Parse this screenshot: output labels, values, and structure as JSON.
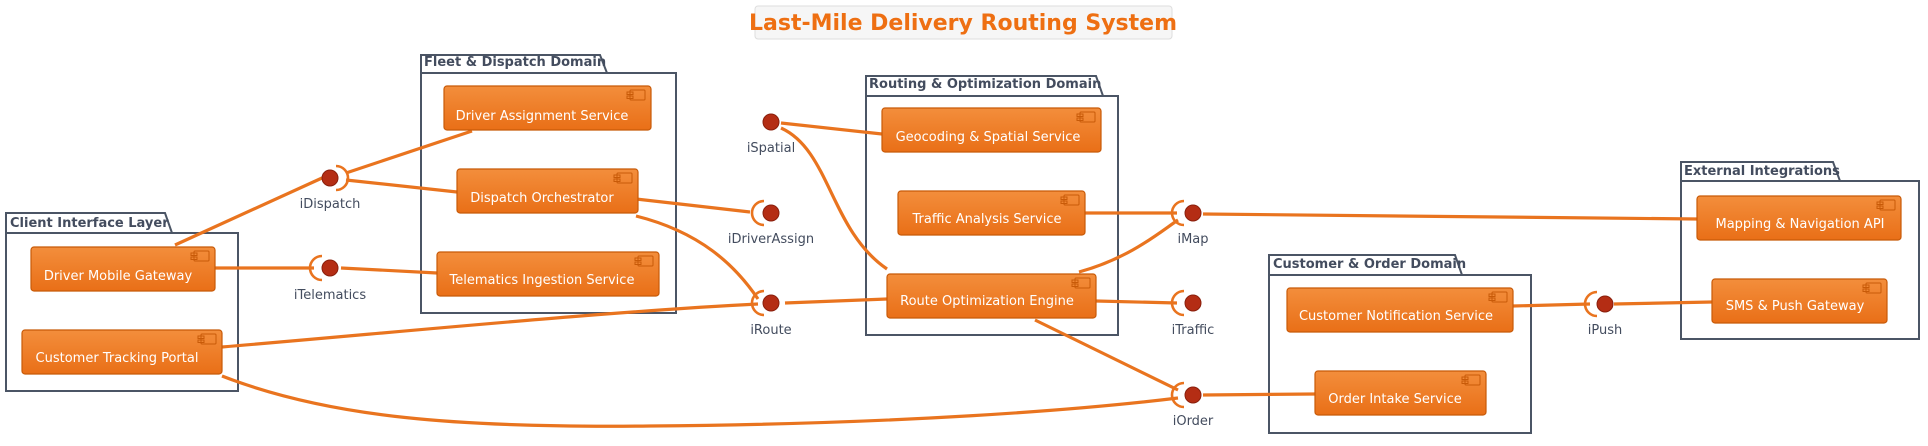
{
  "title": "Last-Mile Delivery Routing System",
  "colors": {
    "accent": "#ee6f12",
    "component_fill_top": "#f38e3c",
    "component_fill_bottom": "#e96f17",
    "connector": "#e9741f",
    "interface_dot": "#b42d14",
    "package_border": "#4b5565"
  },
  "packages": [
    {
      "id": "fleet",
      "label": "Fleet & Dispatch Domain"
    },
    {
      "id": "routing",
      "label": "Routing & Optimization Domain"
    },
    {
      "id": "external",
      "label": "External Integrations"
    },
    {
      "id": "client",
      "label": "Client Interface Layer"
    },
    {
      "id": "customer",
      "label": "Customer & Order Domain"
    }
  ],
  "components": [
    {
      "id": "driver-assignment",
      "label": "Driver Assignment Service"
    },
    {
      "id": "dispatch-orchestrator",
      "label": "Dispatch Orchestrator"
    },
    {
      "id": "telematics-ingestion",
      "label": "Telematics Ingestion Service"
    },
    {
      "id": "geocoding",
      "label": "Geocoding & Spatial Service"
    },
    {
      "id": "traffic-analysis",
      "label": "Traffic Analysis Service"
    },
    {
      "id": "route-optimization",
      "label": "Route Optimization Engine"
    },
    {
      "id": "mapping-api",
      "label": "Mapping & Navigation API"
    },
    {
      "id": "sms-push",
      "label": "SMS & Push Gateway"
    },
    {
      "id": "driver-mobile",
      "label": "Driver Mobile Gateway"
    },
    {
      "id": "customer-tracking",
      "label": "Customer Tracking Portal"
    },
    {
      "id": "customer-notification",
      "label": "Customer Notification Service"
    },
    {
      "id": "order-intake",
      "label": "Order Intake Service"
    }
  ],
  "interfaces": [
    {
      "id": "iDispatch",
      "label": "iDispatch"
    },
    {
      "id": "iTelematics",
      "label": "iTelematics"
    },
    {
      "id": "iSpatial",
      "label": "iSpatial"
    },
    {
      "id": "iDriverAssign",
      "label": "iDriverAssign"
    },
    {
      "id": "iRoute",
      "label": "iRoute"
    },
    {
      "id": "iMap",
      "label": "iMap"
    },
    {
      "id": "iTraffic",
      "label": "iTraffic"
    },
    {
      "id": "iOrder",
      "label": "iOrder"
    },
    {
      "id": "iPush",
      "label": "iPush"
    }
  ]
}
